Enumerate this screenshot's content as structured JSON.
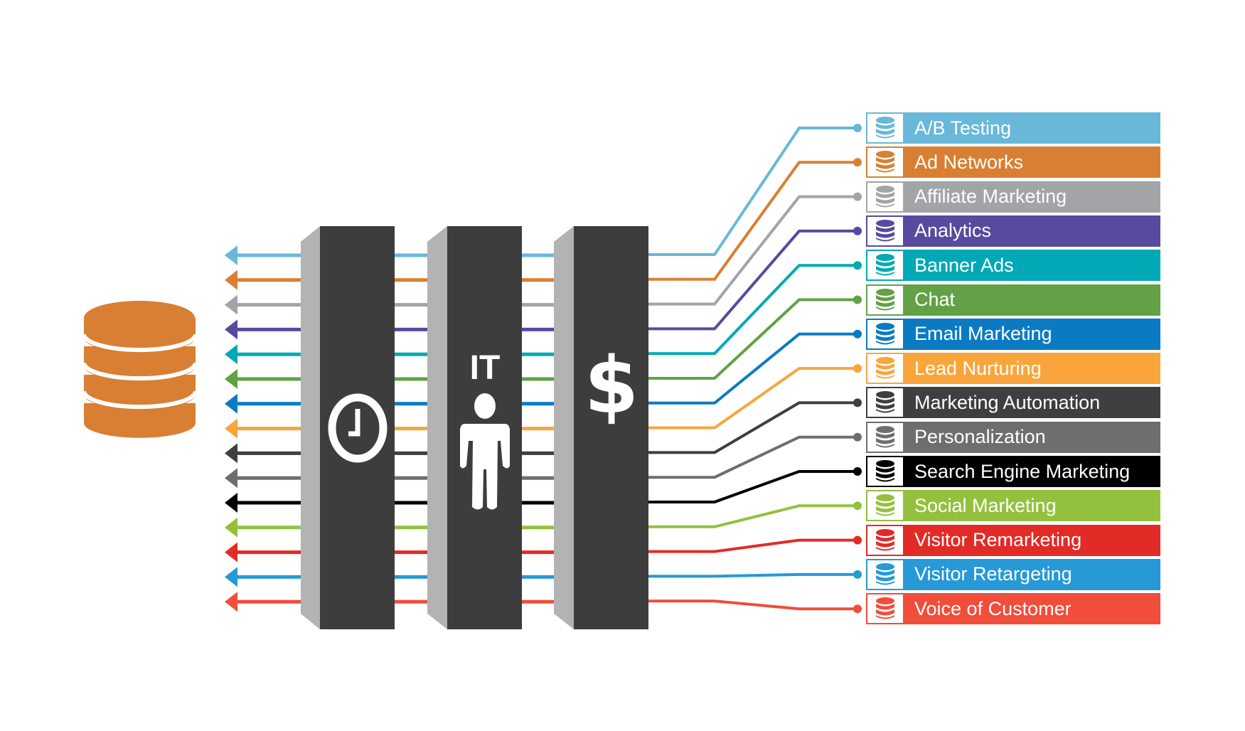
{
  "panels": [
    {
      "icon": "clock-icon"
    },
    {
      "icon": "person-icon",
      "label": "IT"
    },
    {
      "icon": "dollar-icon",
      "label": "$"
    }
  ],
  "source_icon": "database-icon",
  "channels": [
    {
      "label": "A/B Testing",
      "color": "#68b8da"
    },
    {
      "label": "Ad Networks",
      "color": "#d97f33"
    },
    {
      "label": "Affiliate Marketing",
      "color": "#a3a4a7"
    },
    {
      "label": "Analytics",
      "color": "#574a9f"
    },
    {
      "label": "Banner Ads",
      "color": "#00a9b5"
    },
    {
      "label": "Chat",
      "color": "#62a145"
    },
    {
      "label": "Email Marketing",
      "color": "#0a7bc2"
    },
    {
      "label": "Lead Nurturing",
      "color": "#f9a53c"
    },
    {
      "label": "Marketing Automation",
      "color": "#3f3f3f"
    },
    {
      "label": "Personalization",
      "color": "#6d6e70"
    },
    {
      "label": "Search Engine Marketing",
      "color": "#000000"
    },
    {
      "label": "Social Marketing",
      "color": "#93c13e"
    },
    {
      "label": "Visitor Remarketing",
      "color": "#e22b26"
    },
    {
      "label": "Visitor Retargeting",
      "color": "#2699d6"
    },
    {
      "label": "Voice of Customer",
      "color": "#f04d3a"
    }
  ]
}
